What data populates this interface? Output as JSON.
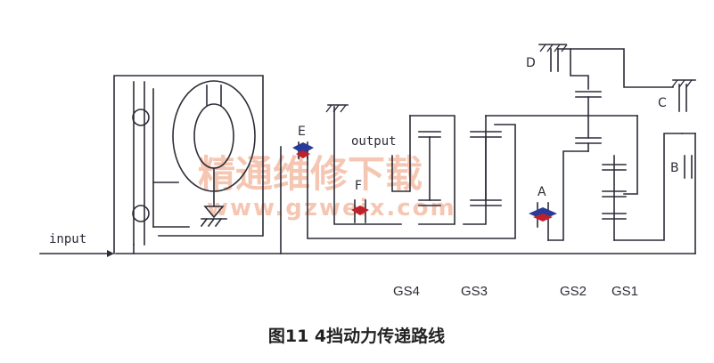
{
  "diagram": {
    "labels": {
      "input": "input",
      "output": "output",
      "A": "A",
      "B": "B",
      "C": "C",
      "D": "D",
      "E": "E",
      "F": "F"
    },
    "gear_sets": [
      "GS4",
      "GS3",
      "GS2",
      "GS1"
    ],
    "caption": "图11 4挡动力传递路线",
    "watermark": {
      "cn": "精通维修下载",
      "en": "www.gzweix.com"
    },
    "colors": {
      "line": "#2c2c38",
      "engaged_element": "#2a3a9a",
      "engaged_element_alt": "#c0202a",
      "watermark": "#f3b9a0"
    }
  }
}
